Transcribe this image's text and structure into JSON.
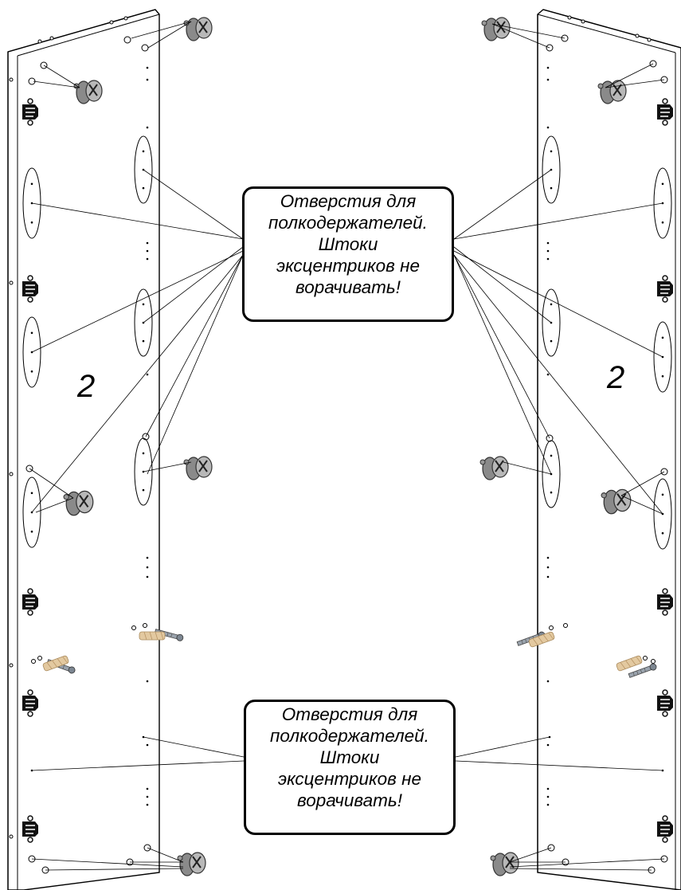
{
  "panel_number_left": "2",
  "panel_number_right": "2",
  "callouts": {
    "top": {
      "line1": "Отверстия для",
      "line2": "полкодержателей.",
      "line3": "Штоки",
      "line4": "эксцентриков не",
      "line5": "воpачивать!"
    },
    "bottom": {
      "line1": "Отверстия для",
      "line2": "полкодержателей.",
      "line3": "Штоки",
      "line4": "эксцентриков не",
      "line5": "воpачивать!"
    }
  },
  "colors": {
    "line": "#000000",
    "cam_fitting": "#8a8a8a",
    "wood_dowel": "#e3c9a0",
    "eccentric_stem": "#9aa3ad"
  },
  "icons": [
    "cam-lock-fitting-icon",
    "eccentric-stem-icon",
    "wood-dowel-icon",
    "shelf-support-clip-icon"
  ]
}
